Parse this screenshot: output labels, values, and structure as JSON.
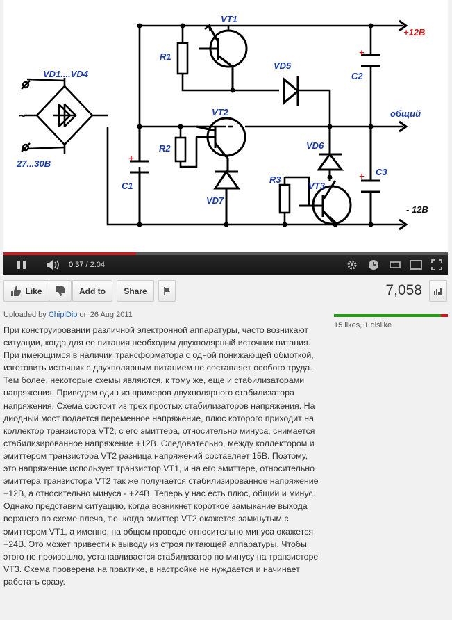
{
  "diagram": {
    "labels": {
      "vt1": "VT1",
      "vt2": "VT2",
      "vt3": "VT3",
      "vd14": "VD1....VD4",
      "vd5": "VD5",
      "vd6": "VD6",
      "vd7": "VD7",
      "r1": "R1",
      "r2": "R2",
      "r3": "R3",
      "c1": "C1",
      "c2": "C2",
      "c3": "C3",
      "plus12": "+12В",
      "common": "общий",
      "minus12": "- 12В",
      "input": "27...30В",
      "tilde": "~",
      "plus": "+"
    }
  },
  "player": {
    "current_time": "0:37",
    "separator": " / ",
    "duration": "2:04",
    "progress_fraction": 0.298,
    "colors": {
      "progress": "#cc181e",
      "bar": "#1a1a1a"
    }
  },
  "actions": {
    "like_label": "Like",
    "add_to_label": "Add to",
    "share_label": "Share"
  },
  "view_count": "7,058",
  "upload": {
    "prefix": "Uploaded by ",
    "user": "ChipiDip",
    "middle": " on ",
    "date": "26 Aug 2011"
  },
  "sentiment": {
    "text": "15 likes, 1 dislike",
    "likes": 15,
    "dislikes": 1,
    "colors": {
      "like": "#279a1b",
      "dislike": "#cc181e"
    }
  },
  "description": "При конструировании различной электронной аппаратуры, часто возникают ситуации, когда для ее питания необходим двухполярный источник питания. При имеющимся в наличии трансформатора с одной понижающей обмоткой, изготовить источник с двухполярным питанием не составляет особого труда. Тем более, некоторые схемы являются, к тому же, еще и стабилизаторами напряжения. Приведем один из примеров двухполярного стабилизатора напряжения. Схема состоит из трех простых стабилизаторов напряжения. На диодный мост подается переменное напряжение, плюс которого приходит на коллектор транзистора VT2, с его эмиттера, относительно минуса, снимается стабилизированное напряжение +12В. Следовательно, между коллектором и эмиттером транзистора VT2 разница напряжений составляет 15В. Поэтому, это напряжение использует транзистор VT1, и на его эмиттере, относительно эмиттера транзистора VT2 так же получается стабилизированное напряжение +12В, а относительно минуса - +24В. Теперь у нас есть плюс, общий и минус. Однако представим ситуацию, когда возникнет короткое замыкание выхода верхнего по схеме плеча, т.е. когда эмиттер VT2 окажется замкнутым с эмиттером VT1, а именно, на общем проводе относительно минуса окажется +24В. Это может привести к выводу из строя питающей аппаратуры. Чтобы этого не произошло, устанавливается стабилизатор по минусу на транзисторе VT3. Схема проверена на практике, в настройке не нуждается и начинает работать сразу."
}
